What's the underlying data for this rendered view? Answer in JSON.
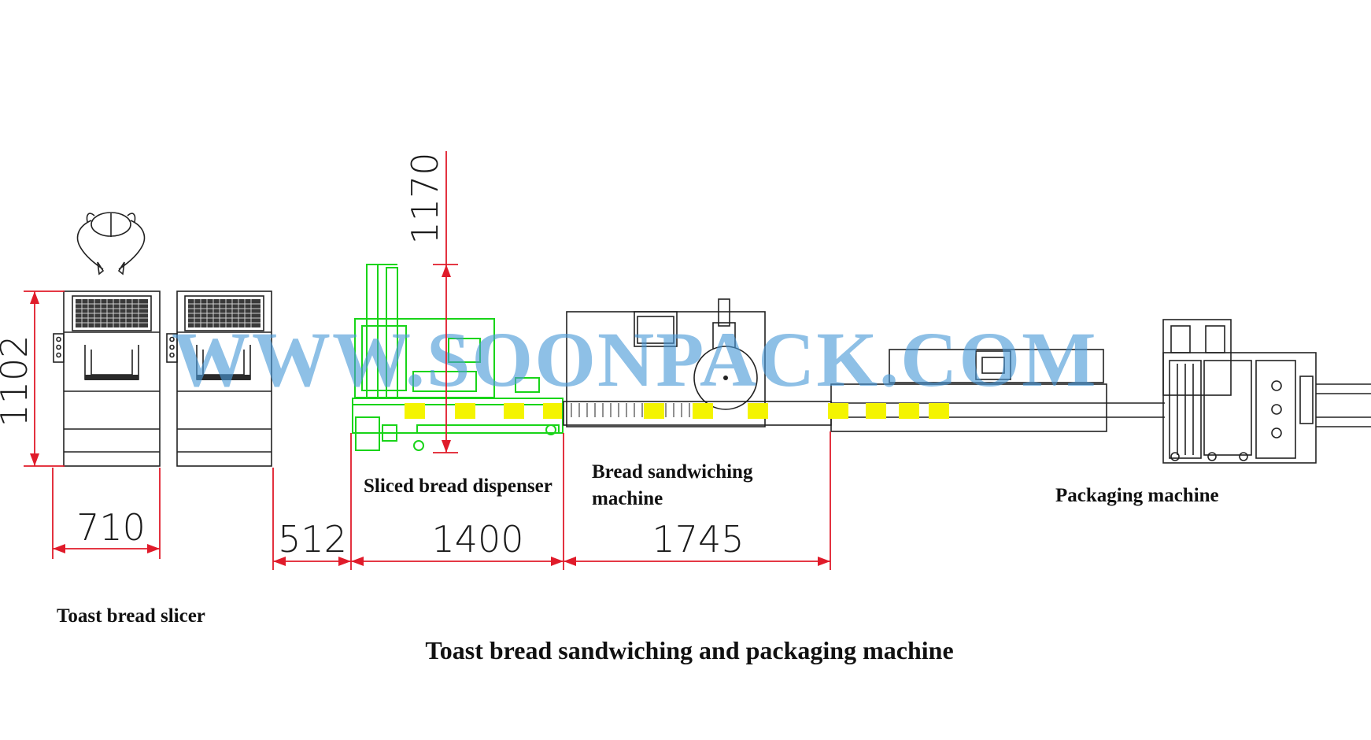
{
  "title": "Toast bread sandwiching and packaging machine",
  "watermark": "WWW.SOONPACK.COM",
  "dimensions": {
    "height_left": "1102",
    "height_dispenser": "1170",
    "slicer_width": "710",
    "gap": "512",
    "dispenser_width": "1400",
    "sandwich_width": "1745"
  },
  "labels": {
    "slicer": "Toast bread slicer",
    "dispenser": "Sliced bread dispenser",
    "sandwich_line1": "Bread sandwiching",
    "sandwich_line2": "machine",
    "packaging": "Packaging machine"
  },
  "colors": {
    "dimension_lines": "#e01b2a",
    "dispenser_outline": "#19d419",
    "bread_slices": "#f4f400",
    "watermark": "#4a9ad8"
  }
}
